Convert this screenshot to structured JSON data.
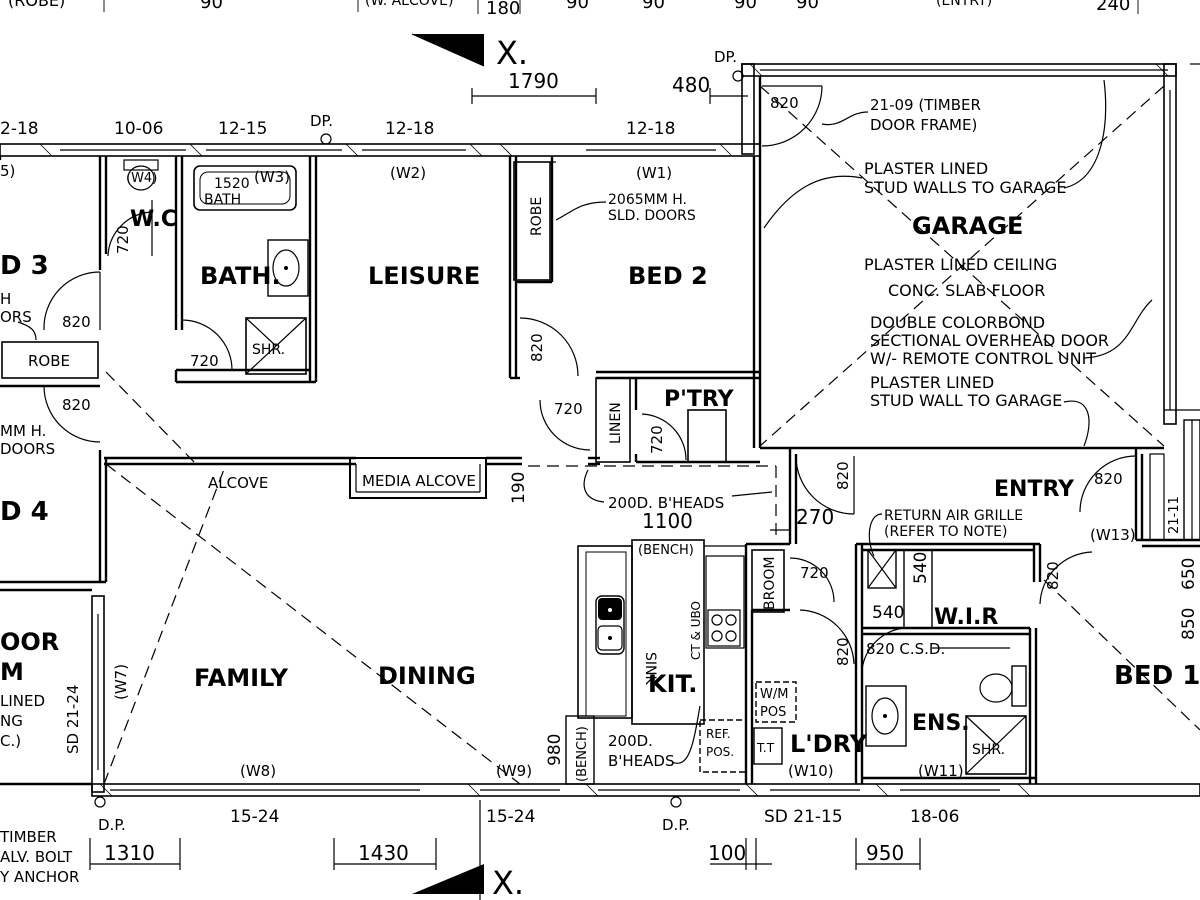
{
  "rooms": {
    "bed3": "D 3",
    "bed4": "D 4",
    "wc": "W.C",
    "bath": "BATH.",
    "leisure": "LEISURE",
    "bed2": "BED 2",
    "garage": "GARAGE",
    "pantry": "P'TRY",
    "entry": "ENTRY",
    "family": "FAMILY",
    "dining": "DINING",
    "kit": "KIT.",
    "ldry": "L'DRY",
    "wir": "W.I.R",
    "ens": "ENS.",
    "bed1": "BED 1",
    "door_left": "OOR",
    "door_left2": "M"
  },
  "fixtures": {
    "robe_left": "ROBE",
    "robe_bed2": "ROBE",
    "linen": "LINEN",
    "broom": "BROOM",
    "shr_bath": "SHR.",
    "shr_ens": "SHR.",
    "bath_1520": "1520",
    "bath_word": "BATH",
    "media_alcove": "MEDIA ALCOVE",
    "alcove": "ALCOVE",
    "bench_top": "(BENCH)",
    "bench_side": "(BENCH)",
    "sink": "SINK",
    "ct_uo": "CT & UBO",
    "ref1": "REF.",
    "ref2": "POS.",
    "wm1": "W/M",
    "wm2": "POS",
    "tub": "T.T"
  },
  "windows": {
    "w1": "(W1)",
    "w2": "(W2)",
    "w3": "(W3)",
    "w4": "(W4)",
    "w7": "(W7)",
    "w8": "(W8)",
    "w9": "(W9)",
    "w10": "(W10)",
    "w11": "(W11)",
    "w13": "(W13)"
  },
  "notes": {
    "timber1": "21-09 (TIMBER",
    "timber2": "DOOR FRAME)",
    "plaster1": "PLASTER LINED",
    "plaster2": "STUD WALLS TO GARAGE",
    "ceiling": "PLASTER LINED CEILING",
    "slab": "CONC. SLAB FLOOR",
    "colorbond1": "DOUBLE COLORBOND",
    "colorbond2": "SECTIONAL OVERHEAD DOOR",
    "colorbond3": "W/- REMOTE CONTROL UNIT",
    "plaster3": "PLASTER LINED",
    "plaster4": "STUD WALL TO GARAGE",
    "sld1": "2065MM H.",
    "sld2": "SLD. DOORS",
    "bheads_mid": "200D. B'HEADS",
    "bheads_kit1": "200D.",
    "bheads_kit2": "B'HEADS",
    "return1": "RETURN AIR GRILLE",
    "return2": "(REFER TO NOTE)",
    "csd": "820 C.S.D.",
    "left_mm": "MM H.",
    "left_doors": "DOORS",
    "left_h": "H",
    "left_ors": "ORS",
    "left_lined": "LINED",
    "left_ng": "NG",
    "left_c": "C.)",
    "bl1": "TIMBER",
    "bl2": "ALV. BOLT",
    "bl3": "Y ANCHOR",
    "dp1": "D.P.",
    "dp2": "D.P.",
    "dp3": "D.P.",
    "dp4": "DP.",
    "section_x_top": "X.",
    "section_x_bottom": "X.",
    "sd_left": "SD 21-24",
    "sd_bottom": "SD 21-15",
    "right_num": "21-11",
    "top_left_5": "5)",
    "top_left_robe": "(ROBE)",
    "top_left_alcove": "(W. ALCOVE)",
    "top_entry": "(ENTRY)"
  },
  "dims": {
    "d1790": "1790",
    "d480": "480",
    "top_1218_left": "2-18",
    "top_1006": "10-06",
    "top_1215": "12-15",
    "top_1218_mid": "12-18",
    "top_1218_right": "12-18",
    "d820_garage": "820",
    "d720_wc": "720",
    "d820_a": "820",
    "d820_b": "820",
    "d720_bath": "720",
    "d820_bed2": "820",
    "d720_linen": "720",
    "d720_ptry": "720",
    "d190": "190",
    "d1100": "1100",
    "d270": "270",
    "d820_entry": "820",
    "d820_entry2": "820",
    "d540_a": "540",
    "d540_b": "540",
    "d720_broom": "720",
    "d820_ldry": "820",
    "d820_w13": "820",
    "d850": "850",
    "d650": "650",
    "d980": "980",
    "bot_1524_a": "15-24",
    "bot_1524_b": "15-24",
    "bot_1806": "18-06",
    "bot_1310": "1310",
    "bot_1430": "1430",
    "bot_100": "100",
    "bot_950": "950",
    "top_180": "180",
    "top_90a": "90",
    "top_90b": "90",
    "top_90c": "90",
    "top_90d": "90",
    "top_90e": "90",
    "top_240": "240"
  }
}
